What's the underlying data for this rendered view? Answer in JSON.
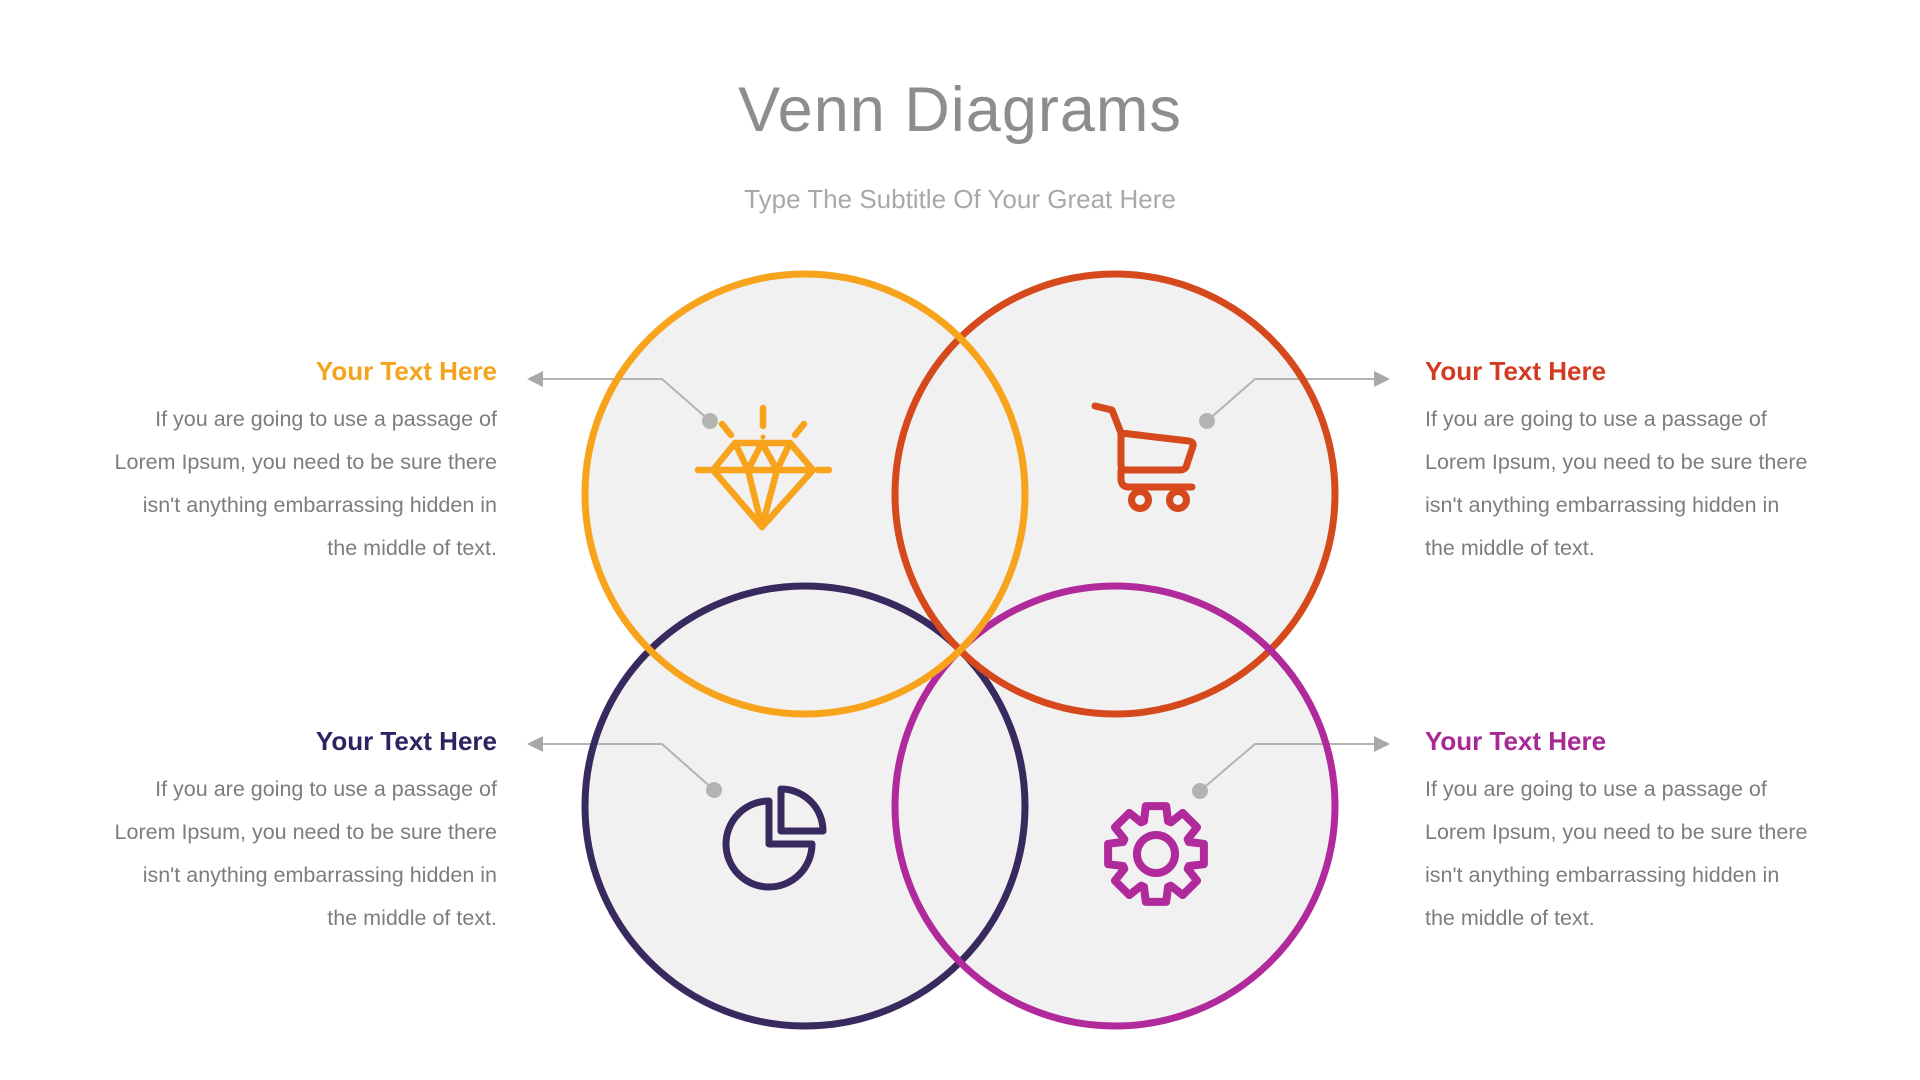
{
  "slide": {
    "title": "Venn Diagrams",
    "subtitle": "Type The Subtitle Of Your Great Here"
  },
  "colors": {
    "title": "#8d8d8d",
    "subtitle": "#a8a8a8",
    "body_text": "#7d7d7d",
    "connector": "#b3b3b3",
    "arrow": "#a8a8a8",
    "circle_fill": "#f1f1f1",
    "yellow": "#F7A41C",
    "red": "#D5491D",
    "navy": "#38295F",
    "magenta": "#B12A9C"
  },
  "blocks": [
    {
      "position": "top-left",
      "heading": "Your Text Here",
      "accent_color": "#F5A31C",
      "icon": "diamond-icon",
      "body_lines": [
        "If you are going to use a passage of",
        "Lorem Ipsum, you need to be sure there",
        "isn't anything embarrassing hidden in",
        "the middle of text."
      ]
    },
    {
      "position": "top-right",
      "heading": "Your Text Here",
      "accent_color": "#D23B21",
      "icon": "shopping-cart-icon",
      "body_lines": [
        "If you are going to use a passage of",
        "Lorem Ipsum, you need to be sure there",
        "isn't anything embarrassing hidden in",
        "the middle of text."
      ]
    },
    {
      "position": "bottom-left",
      "heading": "Your Text Here",
      "accent_color": "#2F2260",
      "icon": "pie-chart-icon",
      "body_lines": [
        "If you are going to use a passage of",
        "Lorem Ipsum, you need to be sure there",
        "isn't anything embarrassing hidden in",
        "the middle of text."
      ]
    },
    {
      "position": "bottom-right",
      "heading": "Your Text Here",
      "accent_color": "#A82993",
      "icon": "gear-icon",
      "body_lines": [
        "If you are going to use a passage of",
        "Lorem Ipsum, you need to be sure there",
        "isn't anything embarrassing hidden in",
        "the middle of text."
      ]
    }
  ]
}
